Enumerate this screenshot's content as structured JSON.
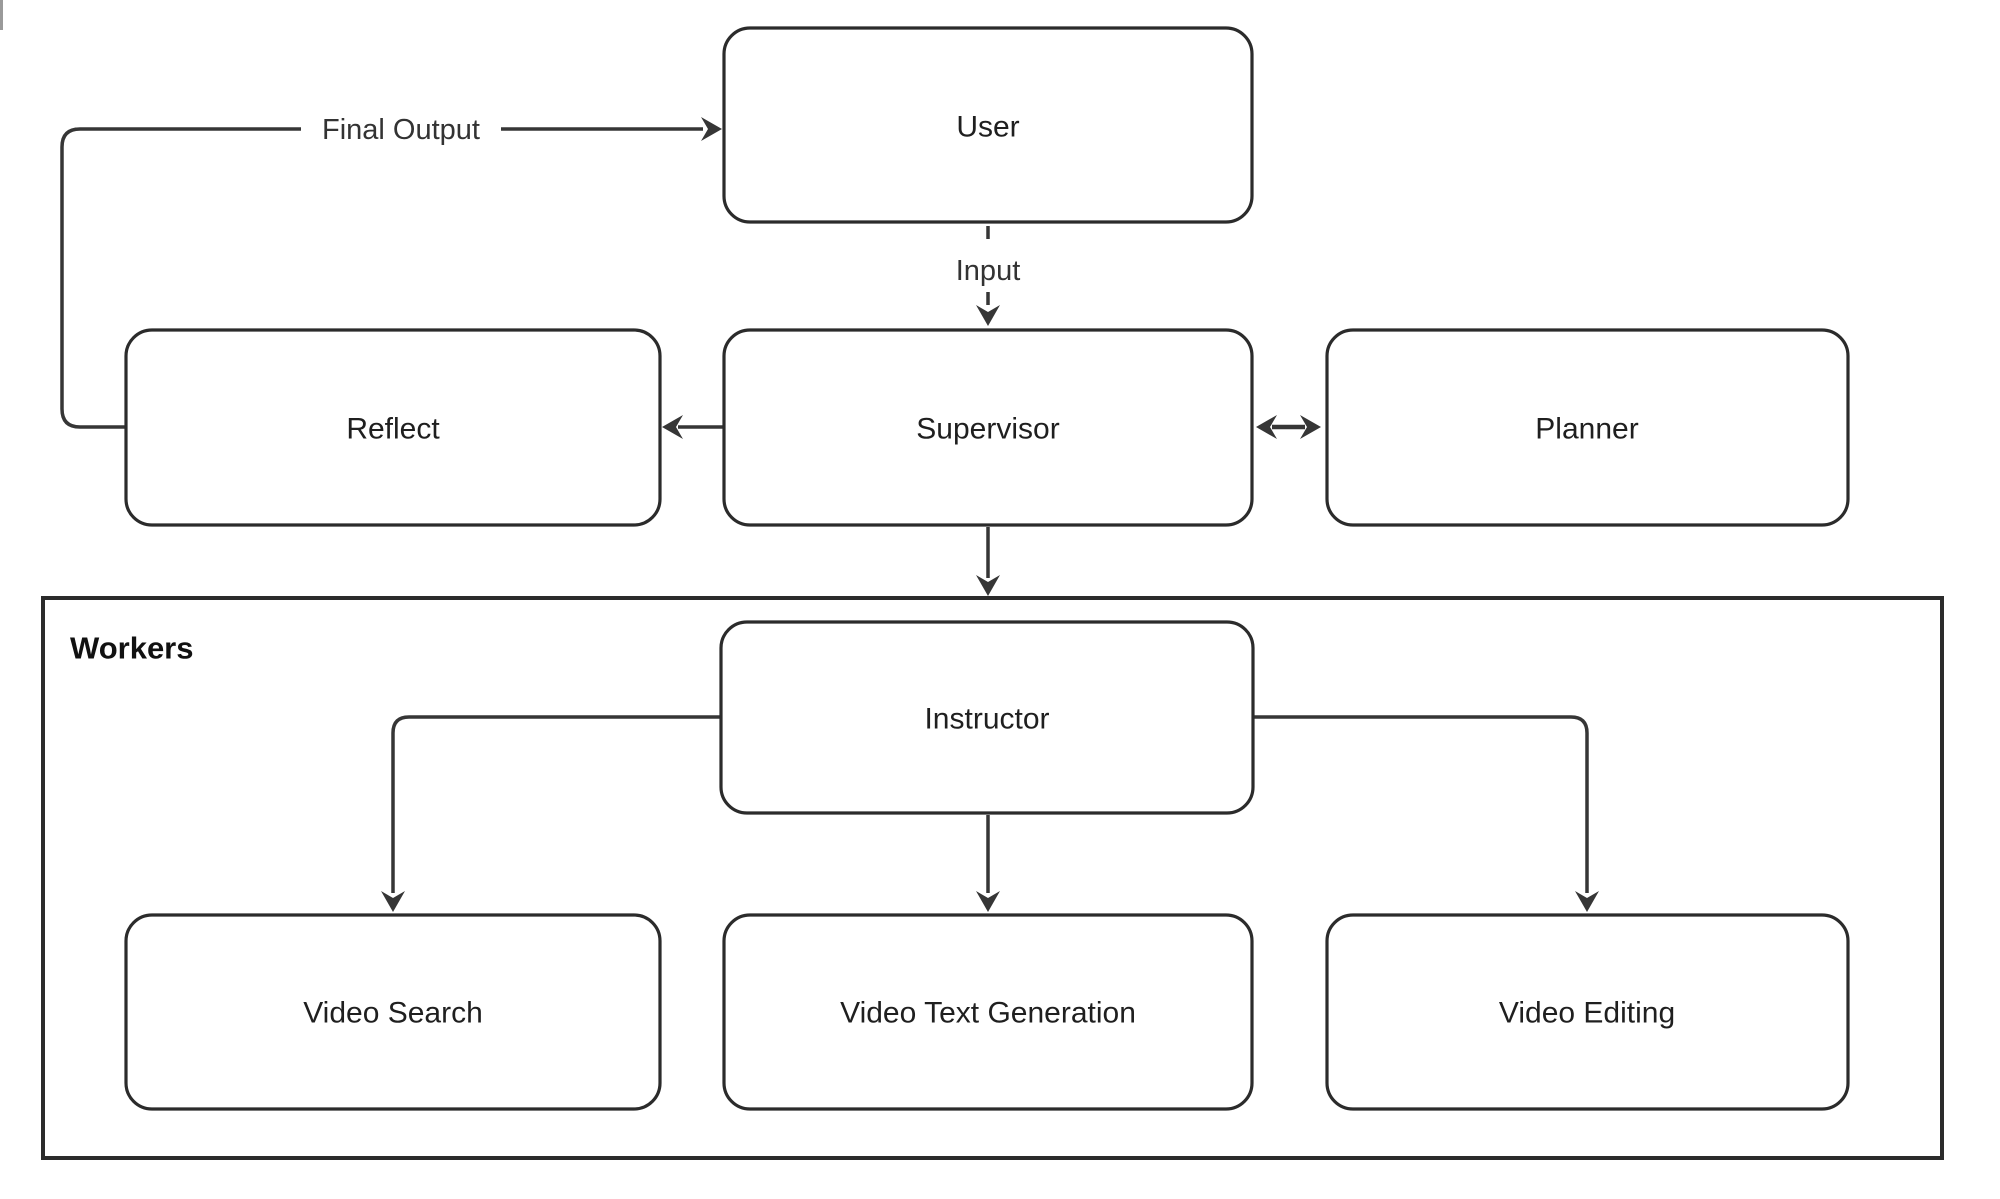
{
  "diagram": {
    "type": "flowchart",
    "background": "#ffffff",
    "colors": {
      "node_fill": "#ffffff",
      "node_stroke": "#2b2b2b",
      "edge_color": "#363636",
      "label_text": "#1f1f1f",
      "container_stroke": "#2b2b2b"
    },
    "nodes": [
      {
        "id": "user",
        "label": "User"
      },
      {
        "id": "reflect",
        "label": "Reflect"
      },
      {
        "id": "supervisor",
        "label": "Supervisor"
      },
      {
        "id": "planner",
        "label": "Planner"
      },
      {
        "id": "instructor",
        "label": "Instructor"
      },
      {
        "id": "video_search",
        "label": "Video Search"
      },
      {
        "id": "video_text_generation",
        "label": "Video Text Generation"
      },
      {
        "id": "video_editing",
        "label": "Video Editing"
      }
    ],
    "container": {
      "label": "Workers",
      "members": [
        "instructor",
        "video_search",
        "video_text_generation",
        "video_editing"
      ]
    },
    "edges": [
      {
        "from": "reflect",
        "to": "user",
        "label": "Final Output",
        "style": "solid",
        "direction": "forward"
      },
      {
        "from": "user",
        "to": "supervisor",
        "label": "Input",
        "style": "dashed",
        "direction": "forward"
      },
      {
        "from": "supervisor",
        "to": "reflect",
        "label": "",
        "style": "solid",
        "direction": "forward"
      },
      {
        "from": "supervisor",
        "to": "planner",
        "label": "",
        "style": "solid",
        "direction": "both"
      },
      {
        "from": "supervisor",
        "to": "workers",
        "label": "",
        "style": "solid",
        "direction": "forward"
      },
      {
        "from": "instructor",
        "to": "video_search",
        "label": "",
        "style": "solid",
        "direction": "forward"
      },
      {
        "from": "instructor",
        "to": "video_text_generation",
        "label": "",
        "style": "solid",
        "direction": "forward"
      },
      {
        "from": "instructor",
        "to": "video_editing",
        "label": "",
        "style": "solid",
        "direction": "forward"
      }
    ]
  }
}
